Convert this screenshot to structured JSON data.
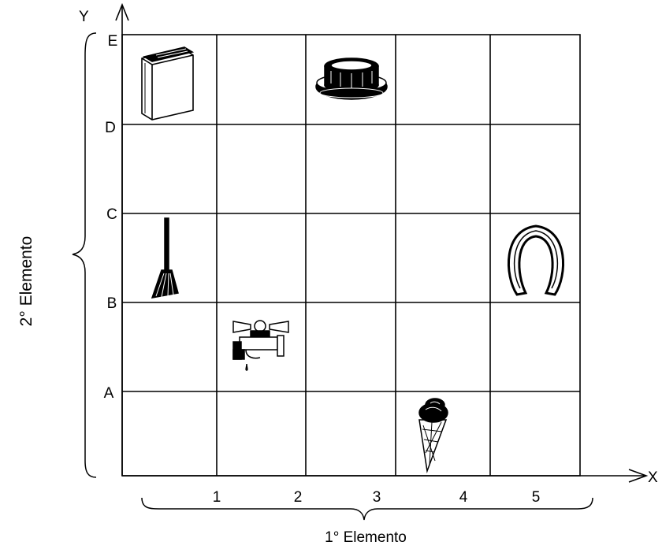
{
  "axes": {
    "x_label": "X",
    "y_label": "Y",
    "x_ticks": [
      "1",
      "2",
      "3",
      "4",
      "5"
    ],
    "y_ticks": [
      "A",
      "B",
      "C",
      "D",
      "E"
    ]
  },
  "braces": {
    "horizontal_label": "1° Elemento",
    "vertical_label": "2° Elemento"
  },
  "objects": [
    {
      "name": "book-icon",
      "col": 1,
      "row": 5
    },
    {
      "name": "cake-icon",
      "col": 3,
      "row": 5
    },
    {
      "name": "broom-icon",
      "col": 1,
      "row": 3
    },
    {
      "name": "horseshoe-icon",
      "col": 5,
      "row": 3
    },
    {
      "name": "faucet-icon",
      "col": 2,
      "row": 2
    },
    {
      "name": "ice-cream-icon",
      "col": 4,
      "row": 1
    }
  ],
  "colors": {
    "ink": "#000000",
    "background": "#ffffff"
  }
}
